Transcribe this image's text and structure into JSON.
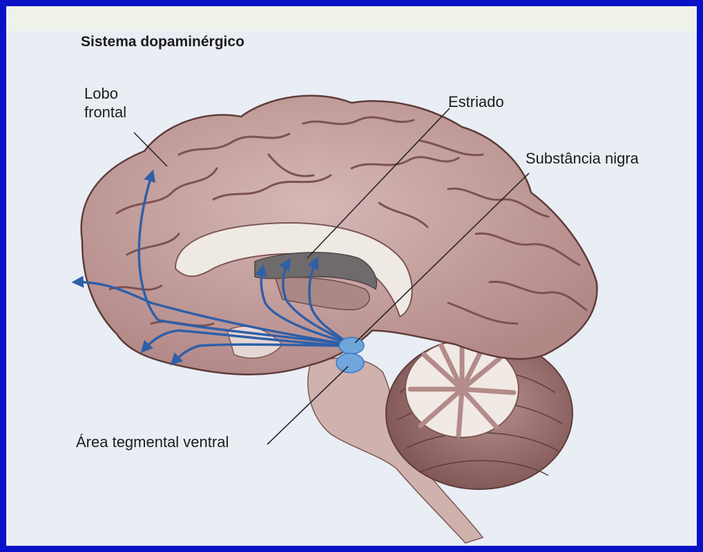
{
  "diagram": {
    "title": "Sistema dopaminérgico",
    "labels": {
      "lobo_frontal_line1": "Lobo",
      "lobo_frontal_line2": "frontal",
      "estriado": "Estriado",
      "substancia_nigra": "Substância nigra",
      "area_tegmental_ventral": "Área tegmental ventral"
    }
  },
  "colors": {
    "frame_border": "#0a12c8",
    "background": "#e8eef3",
    "brain_tissue": "#c9a7a6",
    "gyri_shadow": "#8f6462",
    "ventricle_white": "#efe9e4",
    "pathway_blue": "#2f5fa8",
    "nucleus_blue": "#6fa6dc"
  }
}
